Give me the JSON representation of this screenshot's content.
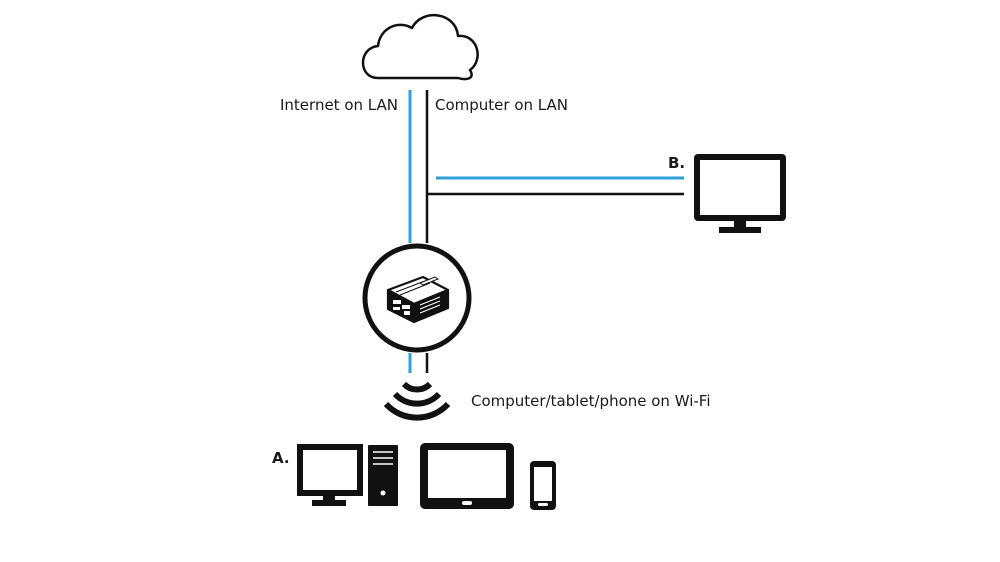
{
  "labels": {
    "internet_lan": "Internet on LAN",
    "computer_lan": "Computer on LAN",
    "wifi": "Computer/tablet/phone on Wi-Fi",
    "tag_a": "A.",
    "tag_b": "B."
  },
  "colors": {
    "lan_internet": "#2f9fd8",
    "lan_computer": "#111111",
    "icon": "#111111"
  },
  "icons": {
    "cloud": "cloud-icon",
    "device": "network-adapter-icon",
    "wifi": "wifi-signal-icon",
    "monitor": "monitor-icon",
    "desktop": "desktop-monitor-icon",
    "tower": "pc-tower-icon",
    "tablet": "tablet-icon",
    "phone": "phone-icon"
  }
}
